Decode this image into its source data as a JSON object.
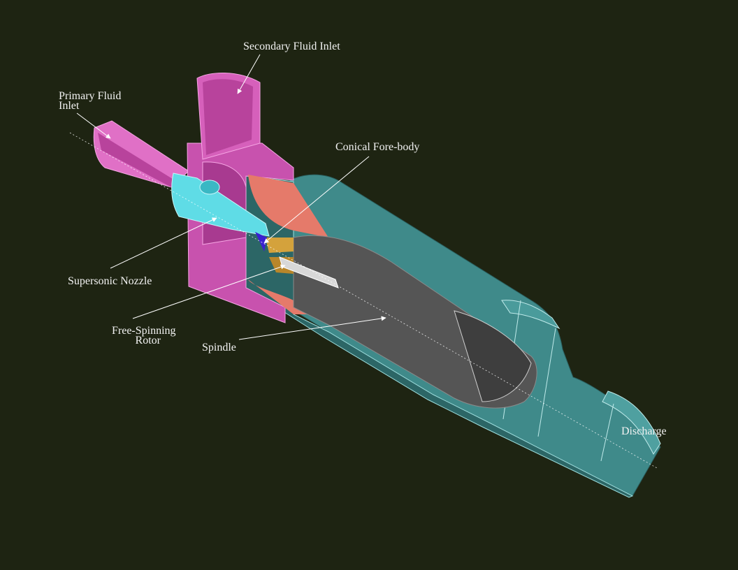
{
  "labels": {
    "secondary_inlet": "Secondary Fluid Inlet",
    "primary_inlet_line1": "Primary Fluid",
    "primary_inlet_line2": "Inlet",
    "conical_forebody": "Conical Fore-body",
    "supersonic_nozzle": "Supersonic Nozzle",
    "rotor_line1": "Free-Spinning",
    "rotor_line2": "Rotor",
    "spindle": "Spindle",
    "discharge": "Discharge"
  },
  "colors": {
    "background": "#1e2412",
    "housing_teal": "#3f8a8a",
    "housing_teal_dark": "#2c6666",
    "inlet_pink": "#d85ab8",
    "inlet_pink_dark": "#b8439c",
    "nozzle_cyan": "#5fdce6",
    "rotor_gold": "#d4a23c",
    "spindle_gray": "#555555",
    "cone_salmon": "#e57a6a",
    "leader_line": "#ffffff"
  }
}
